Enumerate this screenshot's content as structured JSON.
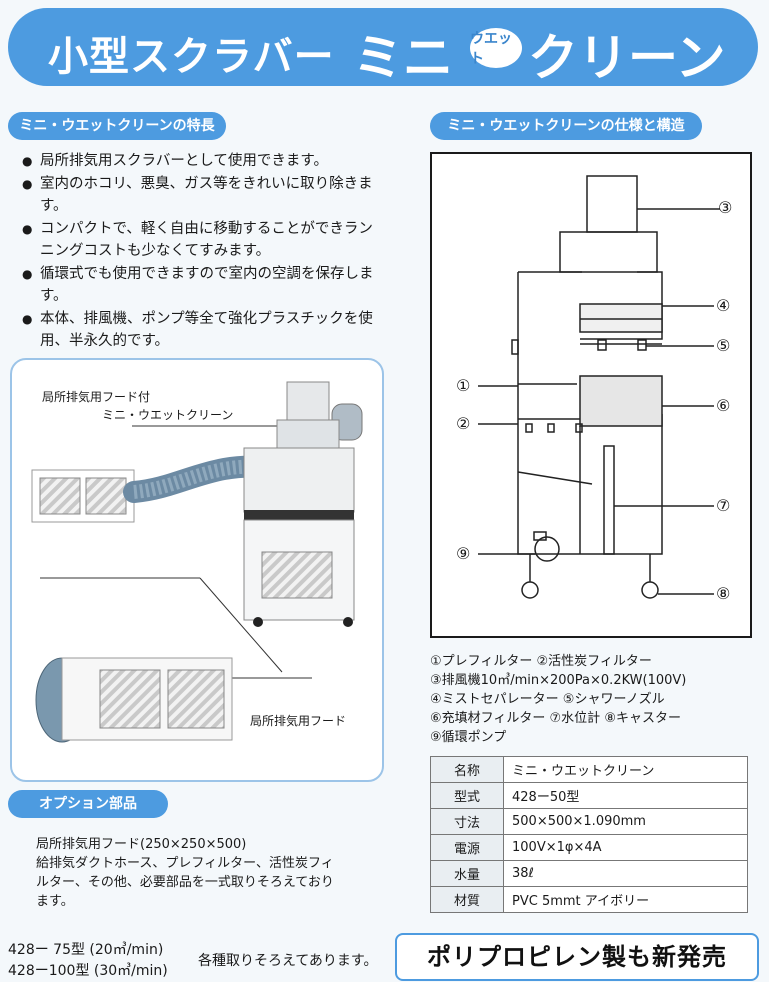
{
  "header": {
    "title_left": "小型スクラバー",
    "title_mini": "ミニ",
    "badge": "ウエット",
    "title_clean": "クリーン"
  },
  "features": {
    "heading": "ミニ・ウエットクリーンの特長",
    "items": [
      "局所排気用スクラバーとして使用できます。",
      "室内のホコリ、悪臭、ガス等をきれいに取り除きます。",
      "コンパクトで、軽く自由に移動することができランニングコストも少なくてすみます。",
      "循環式でも使用できますので室内の空調を保存します。",
      "本体、排風機、ポンプ等全て強化プラスチックを使用、半永久的です。"
    ]
  },
  "photo": {
    "caption_top_1": "局所排気用フード付",
    "caption_top_2": "ミニ・ウエットクリーン",
    "caption_bottom": "局所排気用フード"
  },
  "options": {
    "heading": "オプション部品",
    "text_1": "局所排気用フード(250×250×500)",
    "text_2": "給排気ダクトホース、プレフィルター、活性炭フィルター、その他、必要部品を一式取りそろえております。"
  },
  "models": {
    "line_1": "428ー 75型 (20㎥/min)",
    "line_2": "428ー100型 (30㎥/min)",
    "note": "各種取りそろえてあります。"
  },
  "spec": {
    "heading": "ミニ・ウエットクリーンの仕様と構造",
    "callouts": [
      "①",
      "②",
      "③",
      "④",
      "⑤",
      "⑥",
      "⑦",
      "⑧",
      "⑨"
    ],
    "parts": [
      "①プレフィルター ②活性炭フィルター",
      "③排風機10㎥/min×200Pa×0.2KW(100V)",
      "④ミストセパレーター ⑤シャワーノズル",
      "⑥充填材フィルター ⑦水位計 ⑧キャスター",
      "⑨循環ポンプ"
    ],
    "table": [
      {
        "key": "名称",
        "value": "ミニ・ウエットクリーン"
      },
      {
        "key": "型式",
        "value": "428ー50型"
      },
      {
        "key": "寸法",
        "value": "500×500×1.090mm"
      },
      {
        "key": "電源",
        "value": "100V×1φ×4A"
      },
      {
        "key": "水量",
        "value": "38ℓ"
      },
      {
        "key": "材質",
        "value": "PVC 5mmt アイボリー"
      }
    ]
  },
  "new_release": "ポリプロピレン製も新発売",
  "colors": {
    "accent": "#4d9be0",
    "panel_border": "#9cc4e8"
  }
}
